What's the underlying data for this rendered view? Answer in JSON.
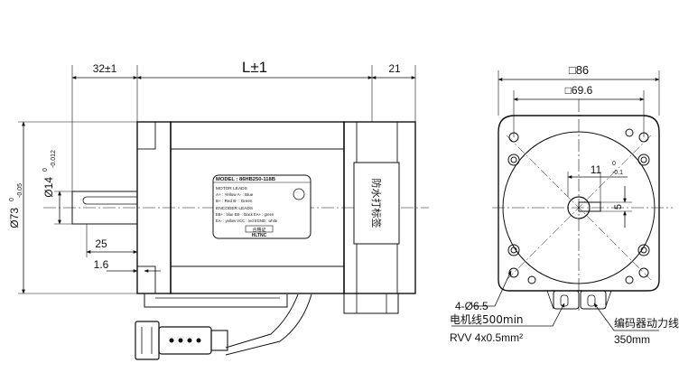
{
  "side_view": {
    "dim_shaft_length": "32±1",
    "dim_body_length": "L±1",
    "dim_rear": "21",
    "dim_key_length": "25",
    "dim_flange": "1.6",
    "dim_pilot_diameter": "Ø73",
    "dim_pilot_tol_upper": "0",
    "dim_pilot_tol_lower": "-0.05",
    "dim_shaft_diameter": "Ø14",
    "dim_shaft_tol_upper": "0",
    "dim_shaft_tol_lower": "-0.012",
    "rear_label_vertical": "防水打标签",
    "nameplate": {
      "model": "MODEL : 86HB250-118B",
      "motor_leads_title": "MOTOR LEADS",
      "motor_line1": "A+ : Yellow  A- : Blue",
      "motor_line2": "B+ : Red     B- : Green",
      "encoder_title": "ENCODER LEADS",
      "encoder_line1": "EB+ : blue  EB- : black  EA+ : green",
      "encoder_line2": "EA- : yellow VCC : red  EGND : white",
      "badge": "合格证",
      "brand": "HLTNC"
    }
  },
  "front_view": {
    "dim_outer_square": "□86",
    "dim_bolt_square": "□69.6",
    "dim_flat": "11",
    "dim_flat_tol_upper": "0",
    "dim_flat_tol_lower": "-0.1",
    "dim_key": "5",
    "dim_holes": "4-Ø6.5",
    "motor_cable_label": "电机线500min",
    "motor_cable_spec": "RVV 4x0.5mm²",
    "encoder_cable_label": "编码器动力线",
    "encoder_cable_length": "350mm"
  }
}
